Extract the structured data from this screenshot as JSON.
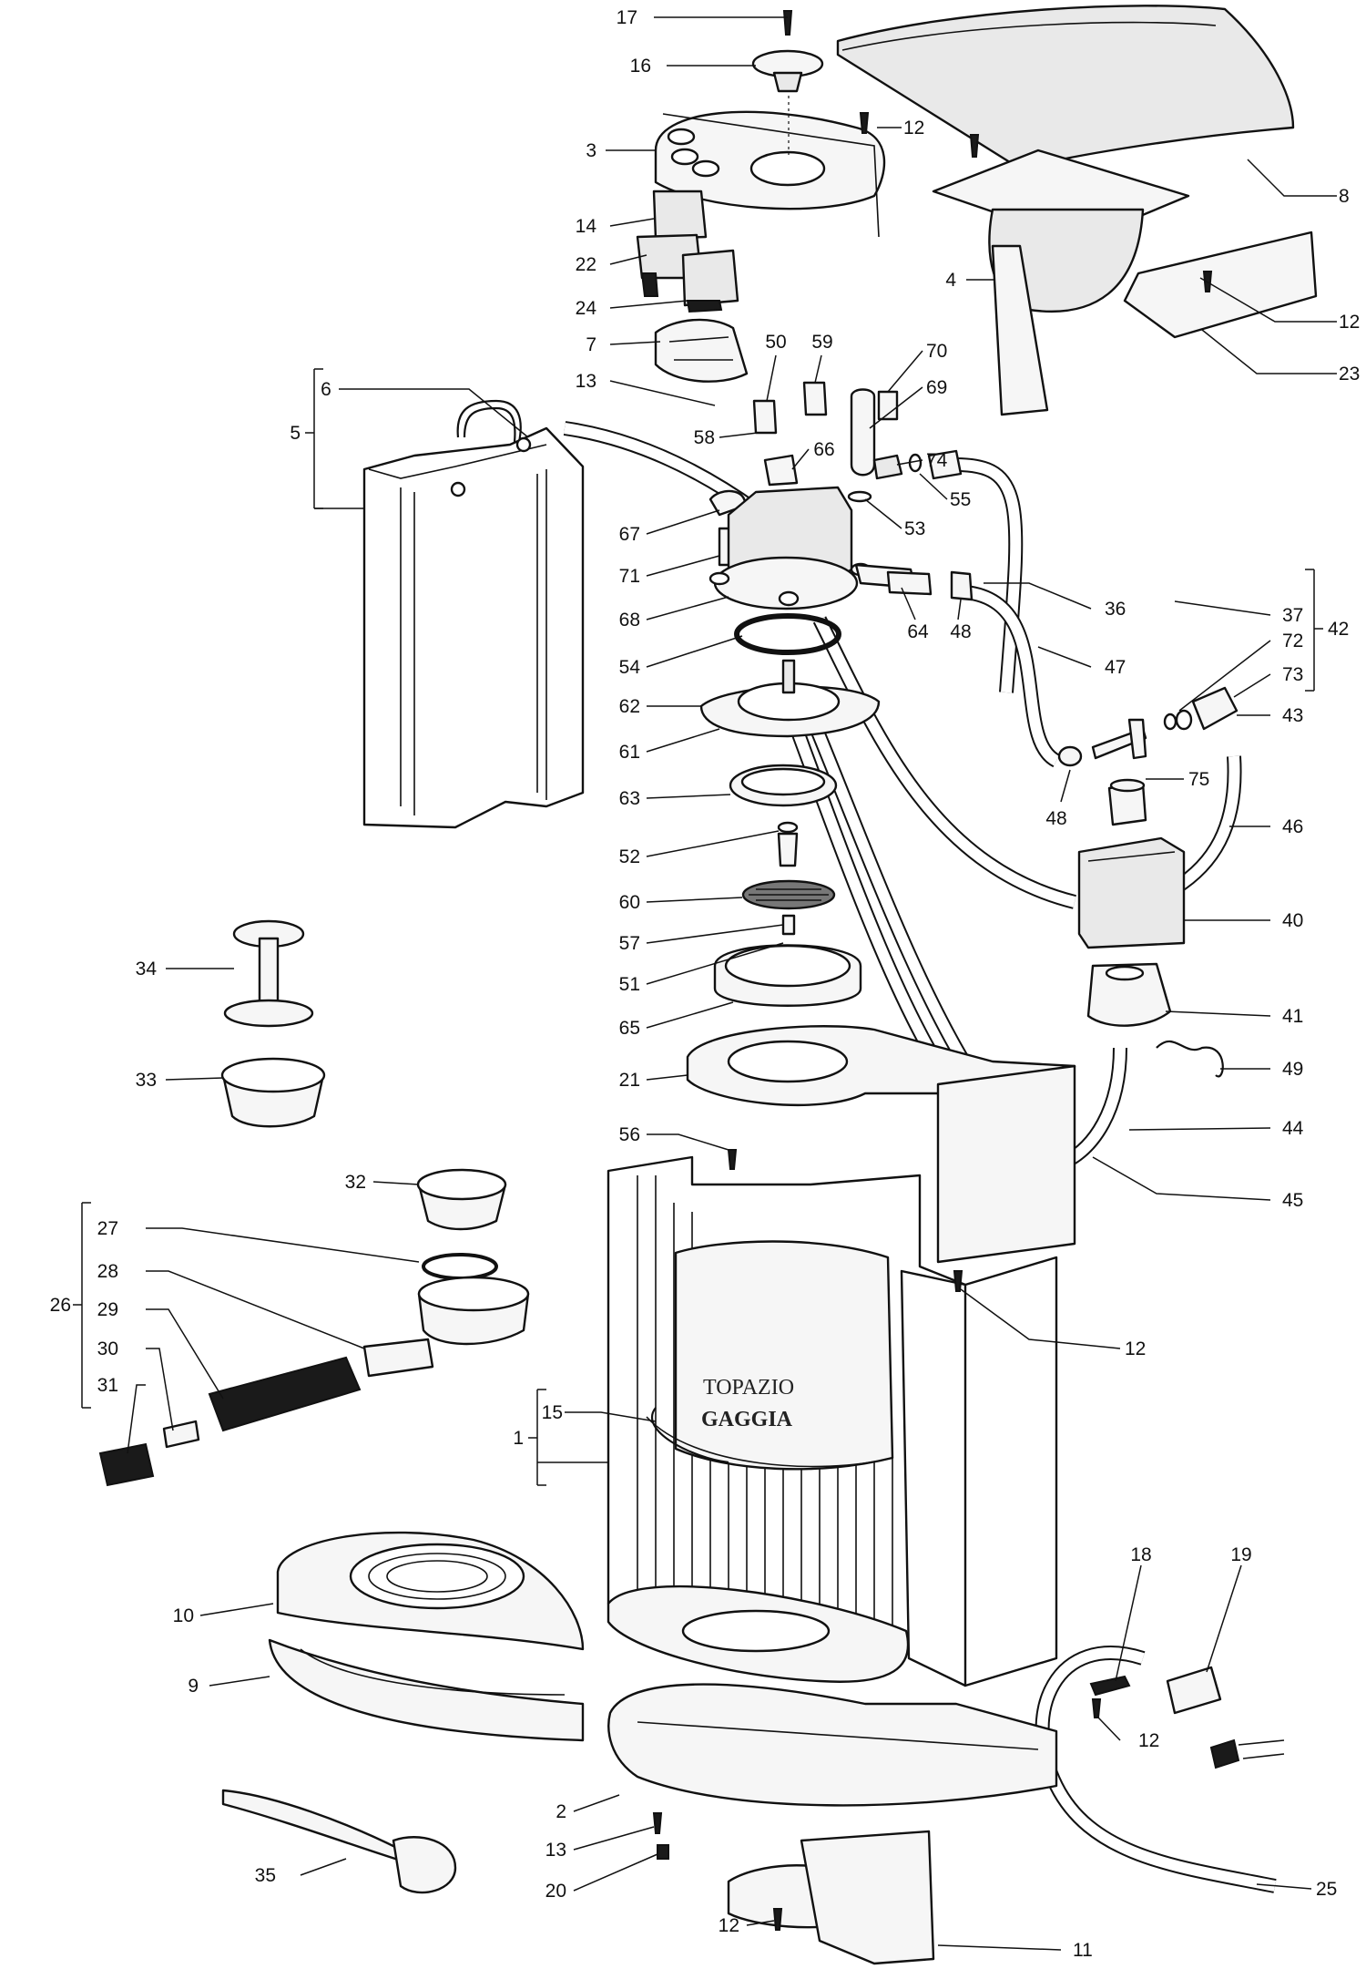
{
  "brand": {
    "model": "TOPAZIO",
    "maker": "GAGGIA"
  },
  "callouts": [
    {
      "id": "c17",
      "label": "17"
    },
    {
      "id": "c16",
      "label": "16"
    },
    {
      "id": "c12a",
      "label": "12"
    },
    {
      "id": "c3",
      "label": "3"
    },
    {
      "id": "c8",
      "label": "8"
    },
    {
      "id": "c14",
      "label": "14"
    },
    {
      "id": "c22",
      "label": "22"
    },
    {
      "id": "c4",
      "label": "4"
    },
    {
      "id": "c24",
      "label": "24"
    },
    {
      "id": "c12b",
      "label": "12"
    },
    {
      "id": "c7",
      "label": "7"
    },
    {
      "id": "c23",
      "label": "23"
    },
    {
      "id": "c50",
      "label": "50"
    },
    {
      "id": "c59",
      "label": "59"
    },
    {
      "id": "c70",
      "label": "70"
    },
    {
      "id": "c6",
      "label": "6"
    },
    {
      "id": "c13a",
      "label": "13"
    },
    {
      "id": "c69",
      "label": "69"
    },
    {
      "id": "c5",
      "label": "5"
    },
    {
      "id": "c58",
      "label": "58"
    },
    {
      "id": "c74",
      "label": "74"
    },
    {
      "id": "c66",
      "label": "66"
    },
    {
      "id": "c55",
      "label": "55"
    },
    {
      "id": "c53",
      "label": "53"
    },
    {
      "id": "c67",
      "label": "67"
    },
    {
      "id": "c71",
      "label": "71"
    },
    {
      "id": "c36",
      "label": "36"
    },
    {
      "id": "c68",
      "label": "68"
    },
    {
      "id": "c64",
      "label": "64"
    },
    {
      "id": "c48a",
      "label": "48"
    },
    {
      "id": "c37",
      "label": "37"
    },
    {
      "id": "c42",
      "label": "42"
    },
    {
      "id": "c72",
      "label": "72"
    },
    {
      "id": "c54",
      "label": "54"
    },
    {
      "id": "c47",
      "label": "47"
    },
    {
      "id": "c73",
      "label": "73"
    },
    {
      "id": "c62",
      "label": "62"
    },
    {
      "id": "c43",
      "label": "43"
    },
    {
      "id": "c61",
      "label": "61"
    },
    {
      "id": "c75",
      "label": "75"
    },
    {
      "id": "c63",
      "label": "63"
    },
    {
      "id": "c48b",
      "label": "48"
    },
    {
      "id": "c46",
      "label": "46"
    },
    {
      "id": "c52",
      "label": "52"
    },
    {
      "id": "c60",
      "label": "60"
    },
    {
      "id": "c40",
      "label": "40"
    },
    {
      "id": "c57",
      "label": "57"
    },
    {
      "id": "c34",
      "label": "34"
    },
    {
      "id": "c51",
      "label": "51"
    },
    {
      "id": "c41",
      "label": "41"
    },
    {
      "id": "c65",
      "label": "65"
    },
    {
      "id": "c49",
      "label": "49"
    },
    {
      "id": "c33",
      "label": "33"
    },
    {
      "id": "c21",
      "label": "21"
    },
    {
      "id": "c44",
      "label": "44"
    },
    {
      "id": "c56",
      "label": "56"
    },
    {
      "id": "c32",
      "label": "32"
    },
    {
      "id": "c45",
      "label": "45"
    },
    {
      "id": "c27",
      "label": "27"
    },
    {
      "id": "c28",
      "label": "28"
    },
    {
      "id": "c26",
      "label": "26"
    },
    {
      "id": "c29",
      "label": "29"
    },
    {
      "id": "c12c",
      "label": "12"
    },
    {
      "id": "c30",
      "label": "30"
    },
    {
      "id": "c31",
      "label": "31"
    },
    {
      "id": "c15",
      "label": "15"
    },
    {
      "id": "c1",
      "label": "1"
    },
    {
      "id": "c18",
      "label": "18"
    },
    {
      "id": "c19",
      "label": "19"
    },
    {
      "id": "c10",
      "label": "10"
    },
    {
      "id": "c9",
      "label": "9"
    },
    {
      "id": "c12d",
      "label": "12"
    },
    {
      "id": "c2",
      "label": "2"
    },
    {
      "id": "c13b",
      "label": "13"
    },
    {
      "id": "c35",
      "label": "35"
    },
    {
      "id": "c25",
      "label": "25"
    },
    {
      "id": "c20",
      "label": "20"
    },
    {
      "id": "c12e",
      "label": "12"
    },
    {
      "id": "c11",
      "label": "11"
    }
  ]
}
